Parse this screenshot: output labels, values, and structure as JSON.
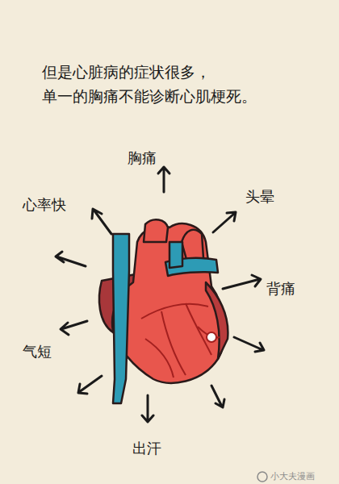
{
  "diagram": {
    "title": "但是心脏病的症状很多， 单一的胸痛不能诊断心肌梗死。",
    "labels": [
      "胸痛",
      "心率快",
      "头晕",
      "背痛",
      "气短",
      "出汗",
      "小大夫漫画"
    ]
  }
}
